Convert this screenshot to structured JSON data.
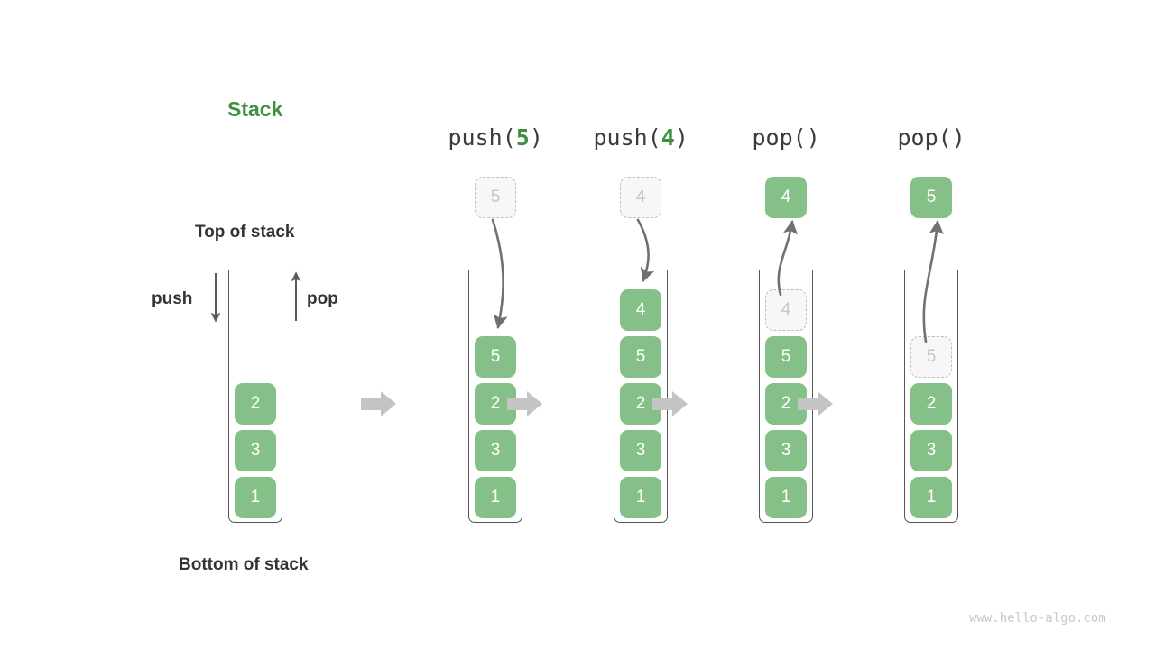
{
  "title": "Stack",
  "labels": {
    "top_of_stack": "Top of stack",
    "bottom_of_stack": "Bottom of stack",
    "push": "push",
    "pop": "pop"
  },
  "watermark": "www.hello-algo.com",
  "colors": {
    "accent_green": "#3f9142",
    "cell_green": "#84c088",
    "ghost_fill": "#f7f7f7",
    "ghost_border": "#bdbdbd",
    "ghost_text": "#c6c6c6",
    "shell_stroke": "#555555",
    "arrow_gray": "#707070",
    "flow_arrow_gray": "#c4c4c4",
    "text_dark": "#333333",
    "watermark_gray": "#c9c9c9"
  },
  "initial_stack": {
    "caption": "",
    "cells": [
      "2",
      "3",
      "1"
    ]
  },
  "steps": [
    {
      "operation_prefix": "push(",
      "operation_arg": "5",
      "operation_suffix": ")",
      "operation_full": "push(5)",
      "kind": "push",
      "external_cell": {
        "value": "5",
        "style": "ghost"
      },
      "cells": [
        {
          "value": "5",
          "style": "solid"
        },
        {
          "value": "2",
          "style": "solid"
        },
        {
          "value": "3",
          "style": "solid"
        },
        {
          "value": "1",
          "style": "solid"
        }
      ]
    },
    {
      "operation_prefix": "push(",
      "operation_arg": "4",
      "operation_suffix": ")",
      "operation_full": "push(4)",
      "kind": "push",
      "external_cell": {
        "value": "4",
        "style": "ghost"
      },
      "cells": [
        {
          "value": "4",
          "style": "solid"
        },
        {
          "value": "5",
          "style": "solid"
        },
        {
          "value": "2",
          "style": "solid"
        },
        {
          "value": "3",
          "style": "solid"
        },
        {
          "value": "1",
          "style": "solid"
        }
      ]
    },
    {
      "operation_prefix": "pop(",
      "operation_arg": "",
      "operation_suffix": ")",
      "operation_full": "pop()",
      "kind": "pop",
      "external_cell": {
        "value": "4",
        "style": "solid"
      },
      "cells": [
        {
          "value": "4",
          "style": "ghost"
        },
        {
          "value": "5",
          "style": "solid"
        },
        {
          "value": "2",
          "style": "solid"
        },
        {
          "value": "3",
          "style": "solid"
        },
        {
          "value": "1",
          "style": "solid"
        }
      ]
    },
    {
      "operation_prefix": "pop(",
      "operation_arg": "",
      "operation_suffix": ")",
      "operation_full": "pop()",
      "kind": "pop",
      "external_cell": {
        "value": "5",
        "style": "solid"
      },
      "cells": [
        {
          "value": "5",
          "style": "ghost"
        },
        {
          "value": "2",
          "style": "solid"
        },
        {
          "value": "3",
          "style": "solid"
        },
        {
          "value": "1",
          "style": "solid"
        }
      ]
    }
  ],
  "flow_arrows": 4
}
